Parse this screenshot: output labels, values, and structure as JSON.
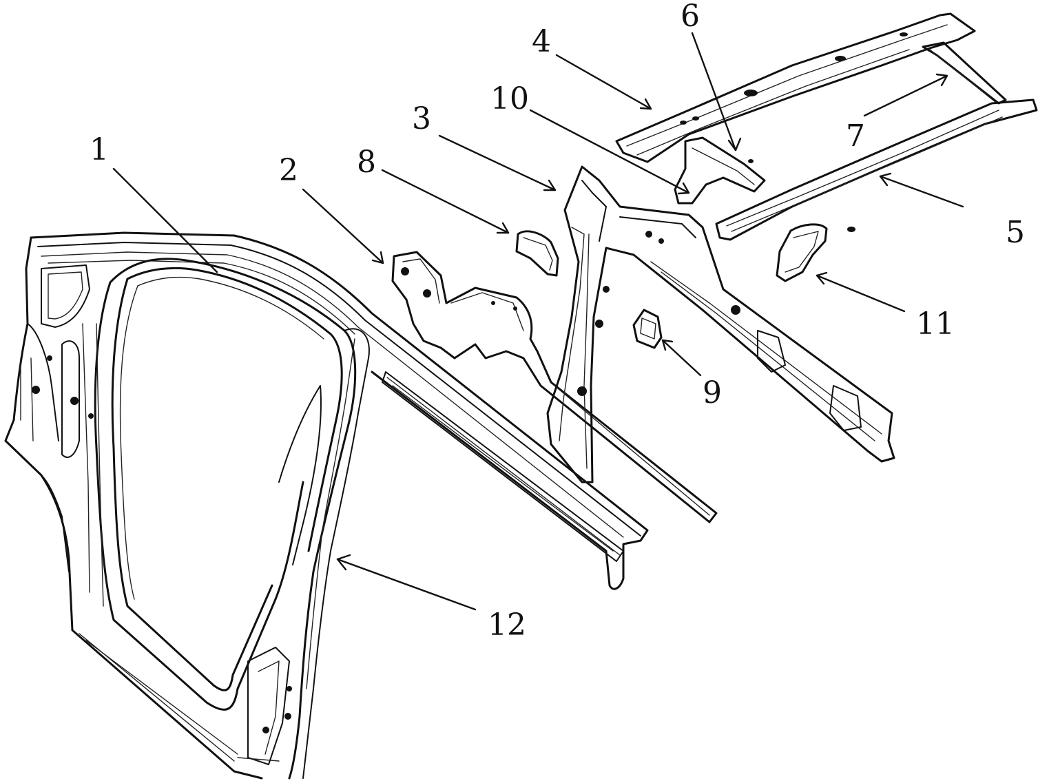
{
  "callouts": [
    {
      "id": "1",
      "text": "1"
    },
    {
      "id": "2",
      "text": "2"
    },
    {
      "id": "3",
      "text": "3"
    },
    {
      "id": "4",
      "text": "4"
    },
    {
      "id": "5",
      "text": "5"
    },
    {
      "id": "6",
      "text": "6"
    },
    {
      "id": "7",
      "text": "7"
    },
    {
      "id": "8",
      "text": "8"
    },
    {
      "id": "9",
      "text": "9"
    },
    {
      "id": "10",
      "text": "10"
    },
    {
      "id": "11",
      "text": "11"
    },
    {
      "id": "12",
      "text": "12"
    }
  ],
  "colors": {
    "line": "#111111",
    "background": "#ffffff"
  }
}
